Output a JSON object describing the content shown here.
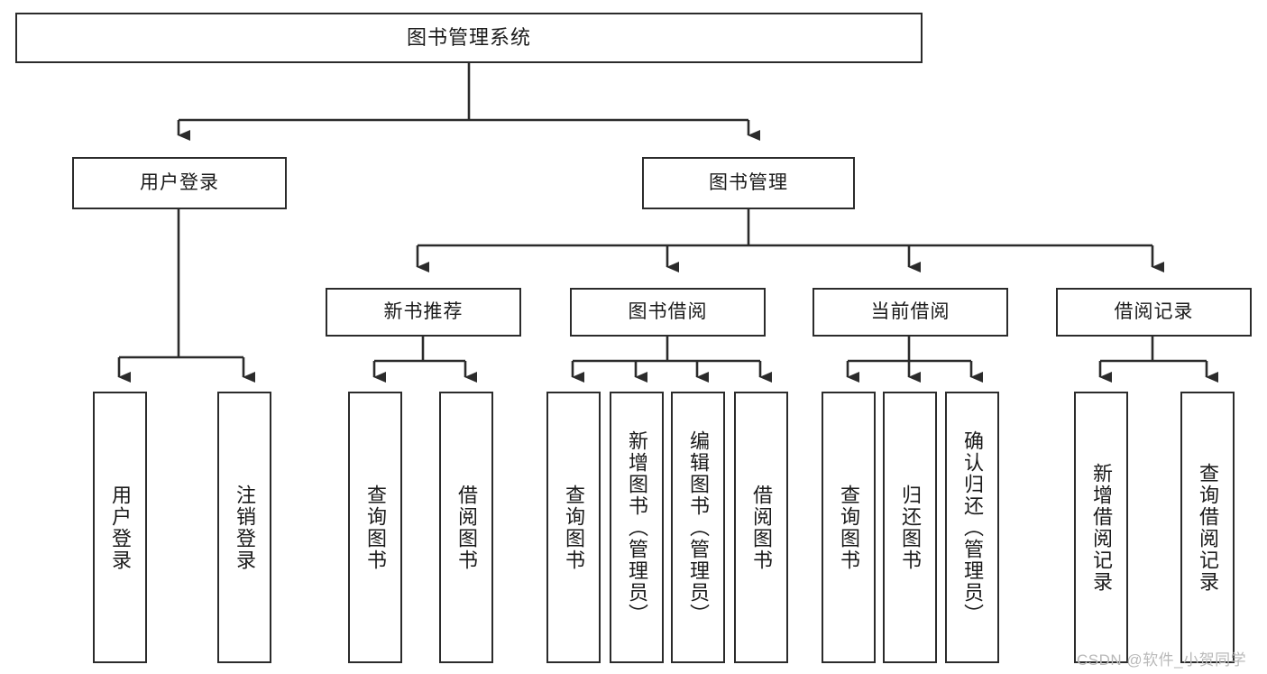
{
  "diagram": {
    "title": "图书管理系统",
    "background": "#ffffff",
    "line_color": "#2b2b2b",
    "text_color": "#1a1a1a",
    "root": {
      "label": "图书管理系统"
    },
    "level2": [
      {
        "label": "用户登录"
      },
      {
        "label": "图书管理"
      }
    ],
    "level3": [
      {
        "label": "新书推荐"
      },
      {
        "label": "图书借阅"
      },
      {
        "label": "当前借阅"
      },
      {
        "label": "借阅记录"
      }
    ],
    "leaves": [
      {
        "label": "用户登录"
      },
      {
        "label": "注销登录"
      },
      {
        "label": "查询图书"
      },
      {
        "label": "借阅图书"
      },
      {
        "label": "查询图书"
      },
      {
        "label": "新增图书（管理员）"
      },
      {
        "label": "编辑图书（管理员）"
      },
      {
        "label": "借阅图书"
      },
      {
        "label": "查询图书"
      },
      {
        "label": "归还图书"
      },
      {
        "label": "确认归还（管理员）"
      },
      {
        "label": "新增借阅记录"
      },
      {
        "label": "查询借阅记录"
      }
    ],
    "watermark": "CSDN @软件_小贺同学"
  }
}
